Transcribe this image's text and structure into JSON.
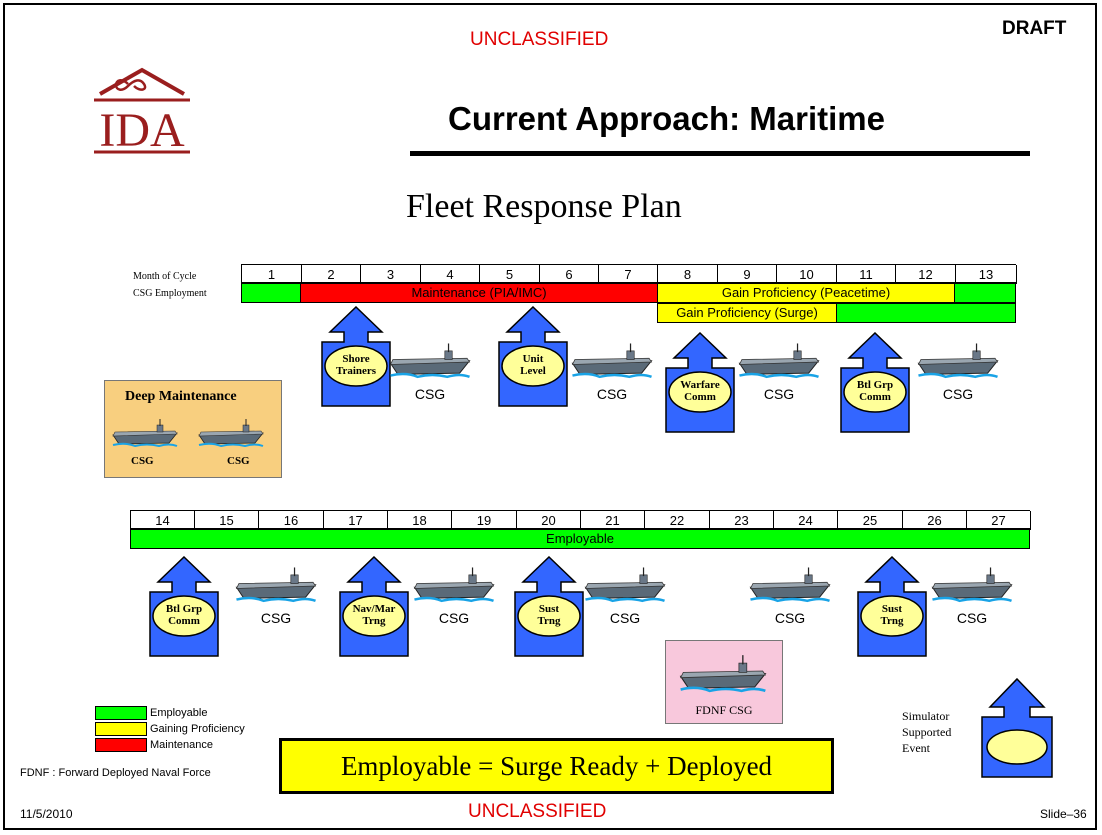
{
  "header": {
    "classification_top": "UNCLASSIFIED",
    "draft": "DRAFT",
    "logo_text": "IDA",
    "title": "Current Approach: Maritime"
  },
  "subtitle": "Fleet Response Plan",
  "timeline1": {
    "month_label": "Month of Cycle",
    "employment_label": "CSG Employment",
    "months": [
      "1",
      "2",
      "3",
      "4",
      "5",
      "6",
      "7",
      "8",
      "9",
      "10",
      "11",
      "12",
      "13"
    ],
    "maintenance_label": "Maintenance (PIA/IMC)",
    "peacetime_label": "Gain Proficiency (Peacetime)",
    "surge_label": "Gain Proficiency (Surge)"
  },
  "timeline2": {
    "months": [
      "14",
      "15",
      "16",
      "17",
      "18",
      "19",
      "20",
      "21",
      "22",
      "23",
      "24",
      "25",
      "26",
      "27"
    ],
    "employable_label": "Employable"
  },
  "events_row1": [
    {
      "line1": "Shore",
      "line2": "Trainers"
    },
    {
      "line1": "Unit",
      "line2": "Level"
    },
    {
      "line1": "Warfare",
      "line2": "Comm"
    },
    {
      "line1": "Btl Grp",
      "line2": "Comm"
    }
  ],
  "events_row2": [
    {
      "line1": "Btl Grp",
      "line2": "Comm"
    },
    {
      "line1": "Nav/Mar",
      "line2": "Trng"
    },
    {
      "line1": "Sust",
      "line2": "Trng"
    },
    {
      "line1": "Sust",
      "line2": "Trng"
    }
  ],
  "csg_label": "CSG",
  "deep_maintenance": {
    "title": "Deep Maintenance",
    "ship1": "CSG",
    "ship2": "CSG"
  },
  "fdnf_box": "FDNF CSG",
  "legend": {
    "employable": "Employable",
    "gaining": "Gaining Proficiency",
    "maintenance": "Maintenance"
  },
  "fdnf_note": "FDNF :  Forward Deployed Naval Force",
  "equation": "Employable = Surge Ready + Deployed",
  "simulator": {
    "line1": "Simulator",
    "line2": "Supported",
    "line3": "Event"
  },
  "footer": {
    "date": "11/5/2010",
    "classification_bottom": "UNCLASSIFIED",
    "slide": "Slide–36"
  },
  "colors": {
    "employable": "#00ff00",
    "gaining": "#ffff00",
    "maintenance": "#ff0000",
    "arrow": "#3366ff",
    "deep_box": "#f8cf7f",
    "fdnf_box": "#f8c8dc",
    "ida_red": "#9a1e1e",
    "classification": "#e00000"
  }
}
